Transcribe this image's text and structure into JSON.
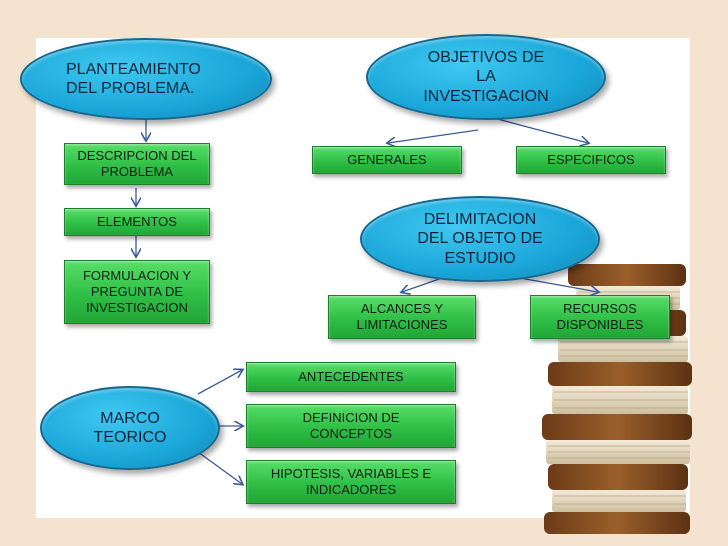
{
  "nodes": {
    "planteamiento": "PLANTEAMIENTO\nDEL PROBLEMA.",
    "objetivos": "OBJETIVOS DE\nLA\nINVESTIGACION",
    "descripcion": "DESCRIPCION DEL\nPROBLEMA",
    "elementos": "ELEMENTOS",
    "formulacion": "FORMULACION Y\nPREGUNTA DE\nINVESTIGACION",
    "generales": "GENERALES",
    "especificos": "ESPECIFICOS",
    "delimitacion": "DELIMITACION\nDEL OBJETO DE\nESTUDIO",
    "alcances": "ALCANCES Y\nLIMITACIONES",
    "recursos": "RECURSOS\nDISPONIBLES",
    "marco": "MARCO\nTEORICO",
    "antecedentes": "ANTECEDENTES",
    "definicion": "DEFINICION DE\nCONCEPTOS",
    "hipotesis": "HIPOTESIS, VARIABLES E\nINDICADORES"
  },
  "colors": {
    "oval": "#1aa6d9",
    "box": "#2fbf46",
    "frame": "#f4e3cf",
    "connector": "#3a5a9a"
  },
  "decoration": {
    "image": "books-stack-icon"
  }
}
